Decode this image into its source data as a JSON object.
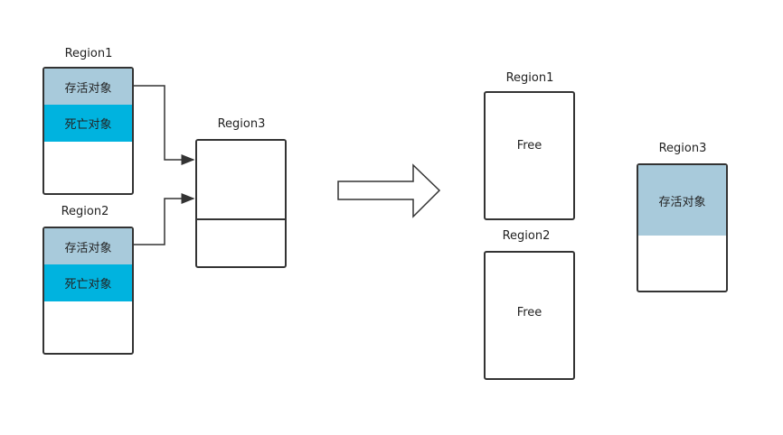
{
  "before": {
    "region1": {
      "title": "Region1",
      "live_label": "存活对象",
      "dead_label": "死亡对象"
    },
    "region2": {
      "title": "Region2",
      "live_label": "存活对象",
      "dead_label": "死亡对象"
    },
    "region3": {
      "title": "Region3"
    }
  },
  "after": {
    "region1": {
      "title": "Region1",
      "label": "Free"
    },
    "region2": {
      "title": "Region2",
      "label": "Free"
    },
    "region3": {
      "title": "Region3",
      "live_label": "存活对象"
    }
  },
  "colors": {
    "live": "#a8cadb",
    "dead": "#00b3df",
    "stroke": "#333333"
  }
}
